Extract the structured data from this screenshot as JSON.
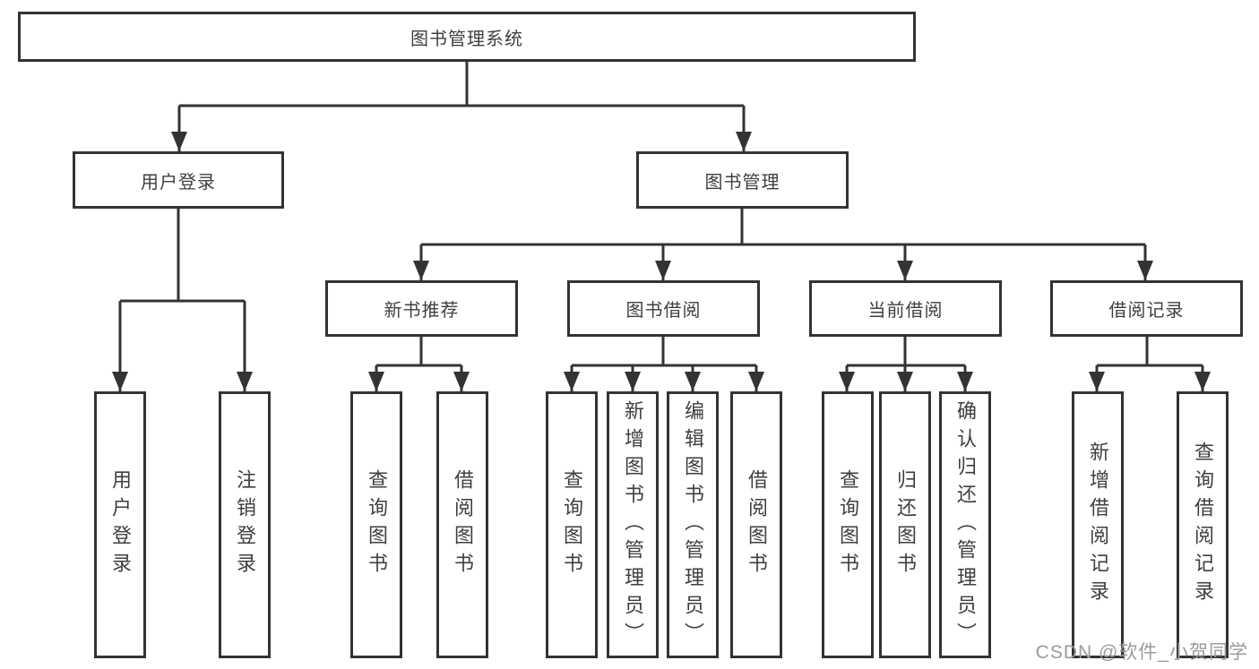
{
  "tree": {
    "root": {
      "label": "图书管理系统"
    },
    "branches": [
      {
        "label": "用户登录",
        "children": [
          {
            "label": "用户登录"
          },
          {
            "label": "注销登录"
          }
        ]
      },
      {
        "label": "图书管理",
        "sections": [
          {
            "label": "新书推荐",
            "children": [
              {
                "label": "查询图书"
              },
              {
                "label": "借阅图书"
              }
            ]
          },
          {
            "label": "图书借阅",
            "children": [
              {
                "label": "查询图书"
              },
              {
                "label": "新增图书（管理员）"
              },
              {
                "label": "编辑图书（管理员）"
              },
              {
                "label": "借阅图书"
              }
            ]
          },
          {
            "label": "当前借阅",
            "children": [
              {
                "label": "查询图书"
              },
              {
                "label": "归还图书"
              },
              {
                "label": "确认归还（管理员）"
              }
            ]
          },
          {
            "label": "借阅记录",
            "children": [
              {
                "label": "新增借阅记录"
              },
              {
                "label": "查询借阅记录"
              }
            ]
          }
        ]
      }
    ]
  },
  "watermark": {
    "text": "CSDN @软件_小贺同学"
  },
  "colors": {
    "line": "#333333",
    "box_border": "#333333",
    "text": "#3f3f3f",
    "watermark": "#9b9b9b",
    "background": "#ffffff"
  }
}
